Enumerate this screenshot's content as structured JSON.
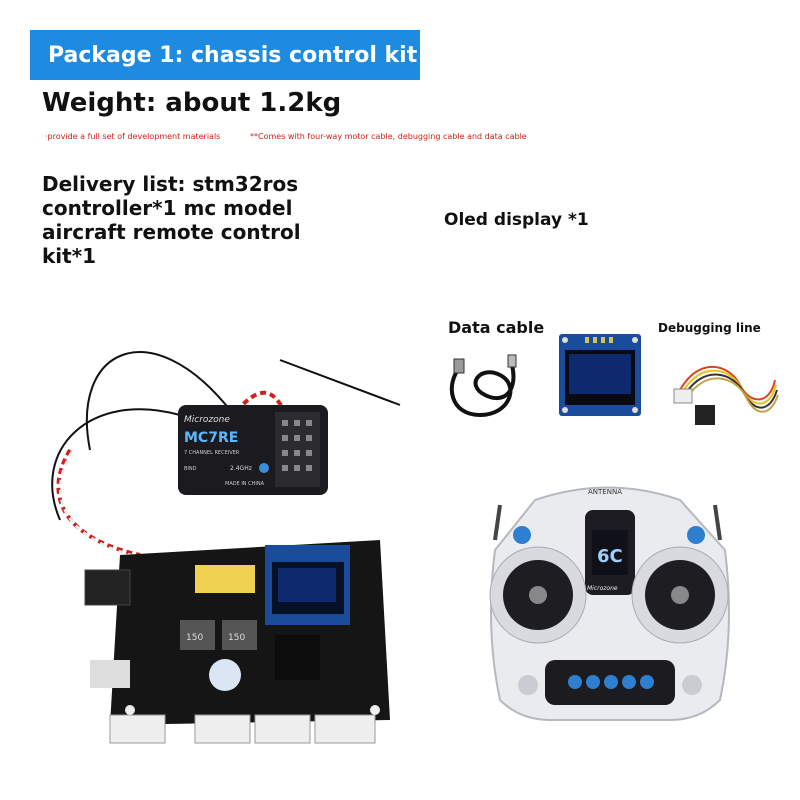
{
  "banner": {
    "title": "Package 1: chassis control kit",
    "color": "#1f8be0"
  },
  "weight": "Weight: about 1.2kg",
  "notes": [
    "·provide a full set of development materials",
    "**Comes with four-way motor cable, debugging cable and data cable"
  ],
  "delivery_list": "Delivery list: stm32ros controller*1 mc model aircraft remote control kit*1",
  "labels": {
    "oled_display": "Oled display *1",
    "data_cable": "Data cable",
    "debugging_line": "Debugging line"
  },
  "receiver": {
    "brand": "Microzone",
    "model": "MC7RE",
    "subtitle": "7 CHANNEL RECEIVER",
    "freq": "2.4GHz",
    "made": "MADE IN CHINA",
    "bind": "BIND"
  },
  "board": {
    "inductor_a": "150",
    "inductor_b": "150"
  },
  "transmitter": {
    "antenna": "ANTENNA",
    "screen": "6C",
    "brand": "Microzone"
  },
  "icons": [
    "oled-module-icon",
    "usb-cable-icon",
    "debug-wire-icon",
    "receiver-icon",
    "controller-board-icon",
    "remote-control-icon"
  ]
}
